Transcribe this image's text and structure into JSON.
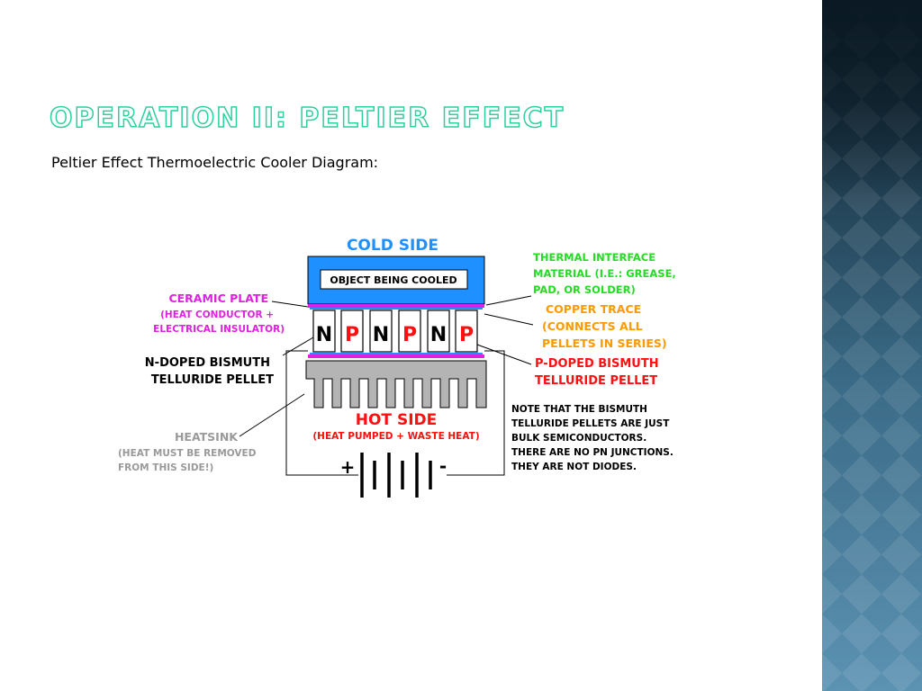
{
  "slide": {
    "title": "OPERATION II: PELTIER EFFECT",
    "subtitle": "Peltier Effect Thermoelectric Cooler Diagram:"
  },
  "diagram": {
    "cold_side": "COLD SIDE",
    "object_label": "OBJECT BEING COOLED",
    "pellets": [
      "N",
      "P",
      "N",
      "P",
      "N",
      "P"
    ],
    "hot_side": "HOT SIDE",
    "hot_side_note": "(HEAT PUMPED + WASTE HEAT)",
    "battery_plus": "+",
    "battery_minus": "-",
    "ceramic_plate": {
      "line1": "CERAMIC PLATE",
      "line2": "(HEAT CONDUCTOR +",
      "line3": "ELECTRICAL INSULATOR)"
    },
    "n_pellet": {
      "line1": "N-DOPED BISMUTH",
      "line2": "TELLURIDE PELLET"
    },
    "heatsink": {
      "line1": "HEATSINK",
      "line2": "(HEAT MUST BE REMOVED",
      "line3": "FROM THIS SIDE!)"
    },
    "thermal_interface": {
      "line1": "THERMAL INTERFACE",
      "line2": "MATERIAL (I.E.: GREASE,",
      "line3": "PAD, OR SOLDER)"
    },
    "copper_trace": {
      "line1": "COPPER TRACE",
      "line2": "(CONNECTS ALL",
      "line3": "PELLETS IN SERIES)"
    },
    "p_pellet": {
      "line1": "P-DOPED BISMUTH",
      "line2": "TELLURIDE PELLET"
    },
    "note": {
      "line1": "NOTE THAT THE BISMUTH",
      "line2": "TELLURIDE PELLETS ARE JUST",
      "line3": "BULK SEMICONDUCTORS.",
      "line4": "THERE ARE NO PN JUNCTIONS.",
      "line5": "THEY ARE NOT DIODES."
    }
  },
  "colors": {
    "title_outline": "#2fcf9f",
    "cold_blue": "#1e90ff",
    "magenta": "#e020e0",
    "green": "#22dd22",
    "orange": "#ff9900",
    "red": "#ff1010",
    "heatsink_gray": "#b4b4b4"
  }
}
